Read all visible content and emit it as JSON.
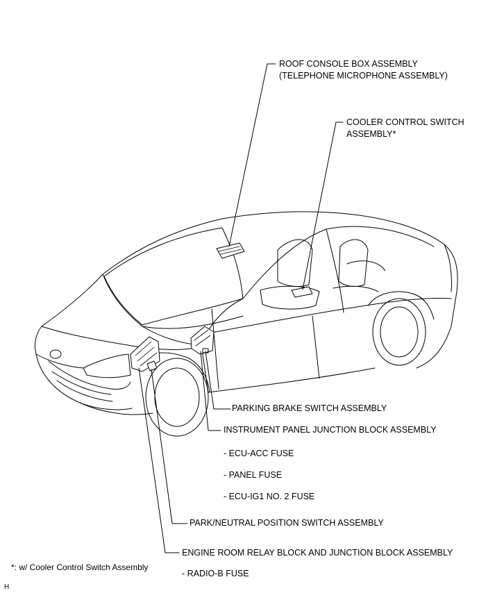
{
  "labels": {
    "roof_console_line1": "ROOF CONSOLE BOX ASSEMBLY",
    "roof_console_line2": "(TELEPHONE MICROPHONE ASSEMBLY)",
    "cooler_line1": "COOLER CONTROL SWITCH",
    "cooler_line2": "ASSEMBLY*",
    "parking_brake": "PARKING BRAKE SWITCH ASSEMBLY",
    "instrument_panel_jb": "INSTRUMENT PANEL JUNCTION BLOCK ASSEMBLY",
    "ecu_acc_fuse": "- ECU-ACC FUSE",
    "panel_fuse": "- PANEL FUSE",
    "ecu_ig1_fuse": "- ECU-IG1 NO. 2 FUSE",
    "park_neutral": "PARK/NEUTRAL POSITION SWITCH ASSEMBLY",
    "engine_room": "ENGINE ROOM RELAY BLOCK AND JUNCTION BLOCK ASSEMBLY",
    "radio_b_fuse": "- RADIO-B FUSE"
  },
  "footnote": "*: w/ Cooler Control Switch Assembly",
  "corner_mark": "H"
}
